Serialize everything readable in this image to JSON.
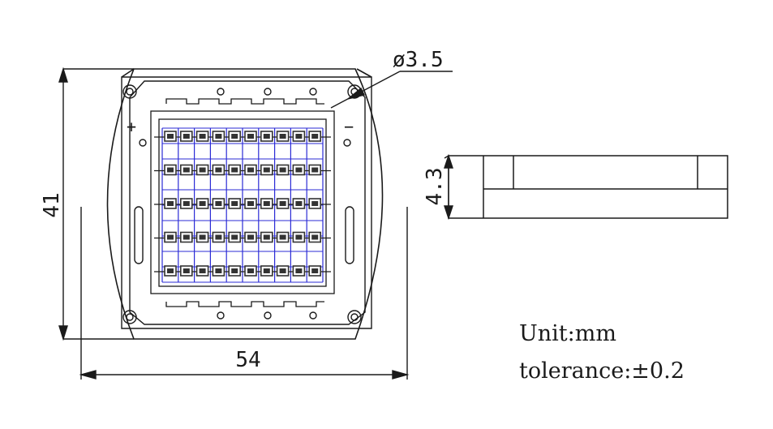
{
  "drawing": {
    "dim_width": "54",
    "dim_height": "41",
    "dim_thickness": "4.3",
    "dim_hole": "ø3.5",
    "polarity_plus": "+",
    "polarity_minus": "−",
    "unit_note": "Unit:mm",
    "tolerance_note": "tolerance:±0.2"
  },
  "led_array": {
    "rows": 5,
    "cols": 10
  },
  "colors": {
    "line": "#1a1a1a",
    "grid": "#2b2bd6",
    "chip": "#333333"
  }
}
